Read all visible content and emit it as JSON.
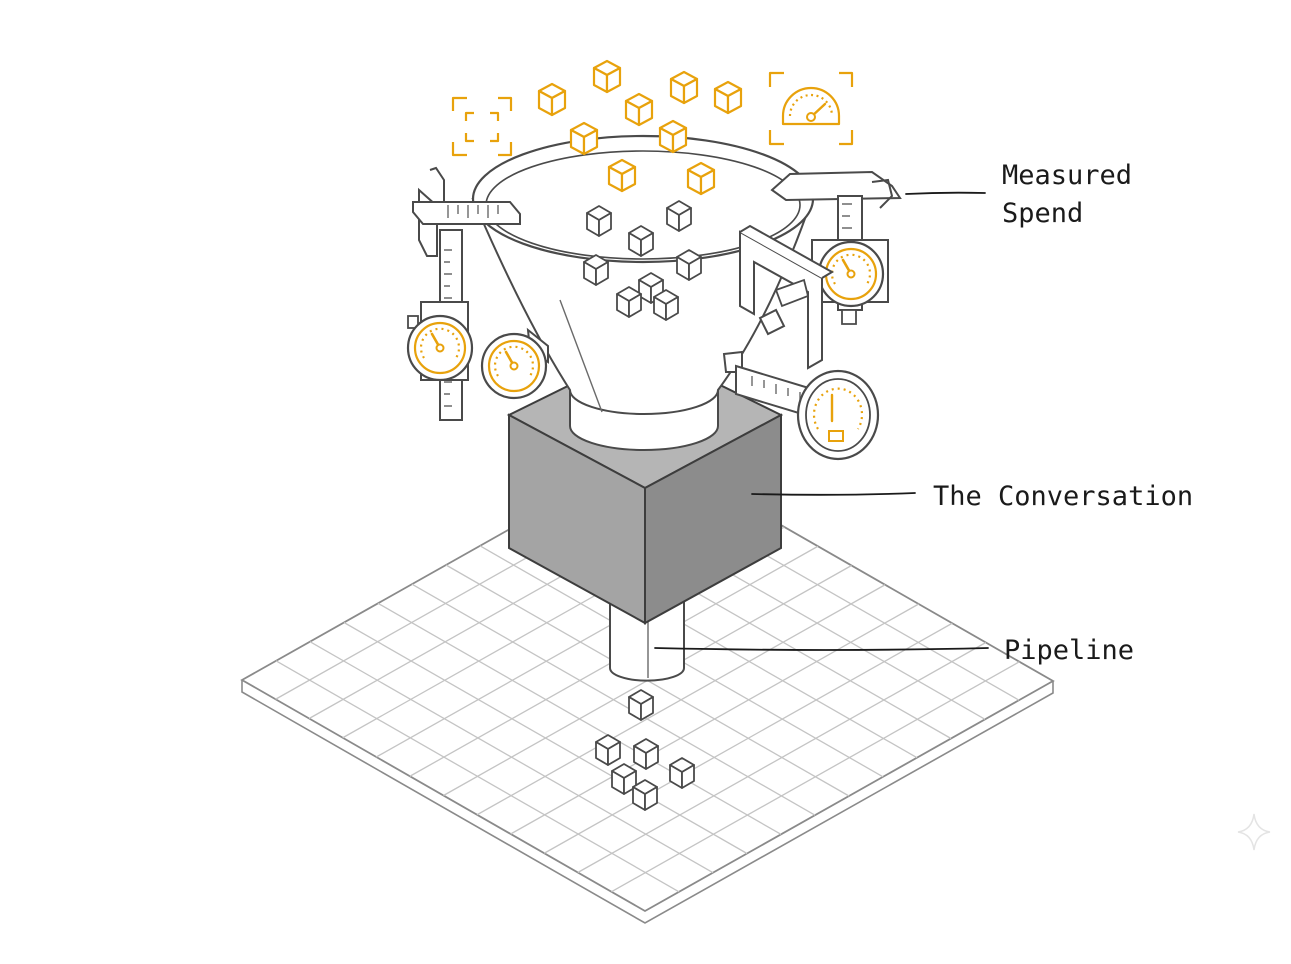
{
  "labels": {
    "measured_spend_line1": "Measured",
    "measured_spend_line2": "Spend",
    "conversation": "The Conversation",
    "pipeline": "Pipeline"
  },
  "colors": {
    "accent": "#e8a20c",
    "line": "#4a4a4a",
    "box_front": "#a4a4a4",
    "box_side": "#8c8c8c",
    "box_top": "#b5b5b5",
    "grid": "#c4c4c4"
  },
  "icons": [
    "focus-frame-icon",
    "speedometer-icon",
    "caliper-icon",
    "gauge-icon",
    "cube-icon"
  ]
}
